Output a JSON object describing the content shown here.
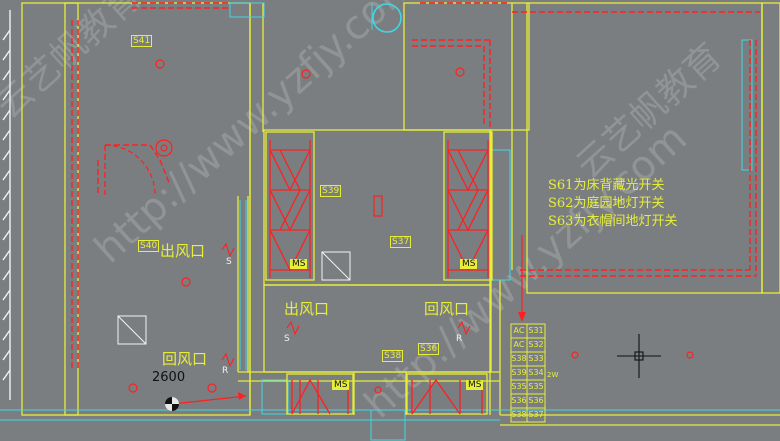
{
  "rooms": {
    "left": {
      "switch": "S41",
      "switch2": "S40",
      "vent_out": "出风口",
      "vent_return": "回风口",
      "vent_return_mark": "R",
      "vent_out_mark": "S"
    },
    "center": {
      "switch_top": "S39",
      "switch_mid": "S37",
      "switch_low_left": "S38",
      "switch_low_right": "S36",
      "vent_out": "出风口",
      "vent_out_mark": "S",
      "vent_return": "回风口",
      "vent_return_mark": "R",
      "ms_left": "MS",
      "ms_bottom_left": "MS",
      "ms_bottom_right": "MS",
      "ms_right": "MS"
    }
  },
  "dimension": {
    "value": "2600"
  },
  "notes": {
    "line1": "S61为床背藏光开关",
    "line2": "S62为庭园地灯开关",
    "line3": "S63为衣帽间地灯开关"
  },
  "panel": {
    "rows": [
      [
        "AC",
        "S31"
      ],
      [
        "AC",
        "S32"
      ],
      [
        "S38",
        "S33"
      ],
      [
        "S39",
        "S34"
      ],
      [
        "S35",
        "S35"
      ],
      [
        "S36",
        "S36"
      ],
      [
        "S38",
        "S37"
      ]
    ],
    "side_label": "2W"
  },
  "watermark": {
    "url": "http://www.yzfjy.com",
    "brand": "云艺帆教育"
  },
  "colors": {
    "background": "#7b7e80",
    "wall": "#e7ee3a",
    "red": "#ff2020",
    "cyan": "#3fd7e6",
    "white": "#f2f2f2"
  }
}
